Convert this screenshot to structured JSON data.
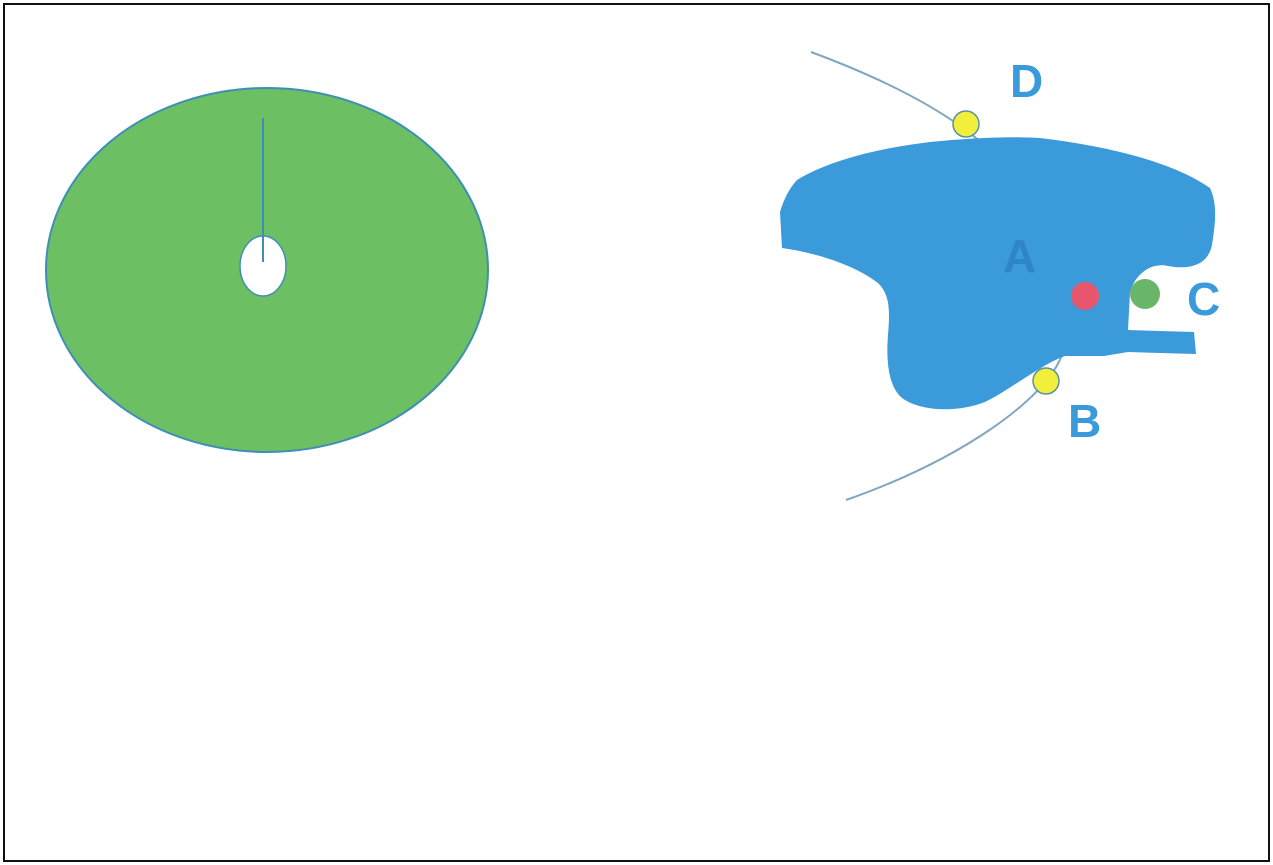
{
  "colors": {
    "frame": "#111111",
    "green_shape": "#6dbf63",
    "green_outline": "#3f8fb5",
    "blue_shape": "#3b9ad9",
    "curve": "#7fa7bf",
    "yellow_point": "#f2ef3c",
    "red_point": "#e8566e",
    "green_point": "#6bb56a",
    "label": "#3b9ad9",
    "label_A": "#2f86c6"
  },
  "labels": {
    "A": "A",
    "B": "B",
    "C": "C",
    "D": "D"
  }
}
